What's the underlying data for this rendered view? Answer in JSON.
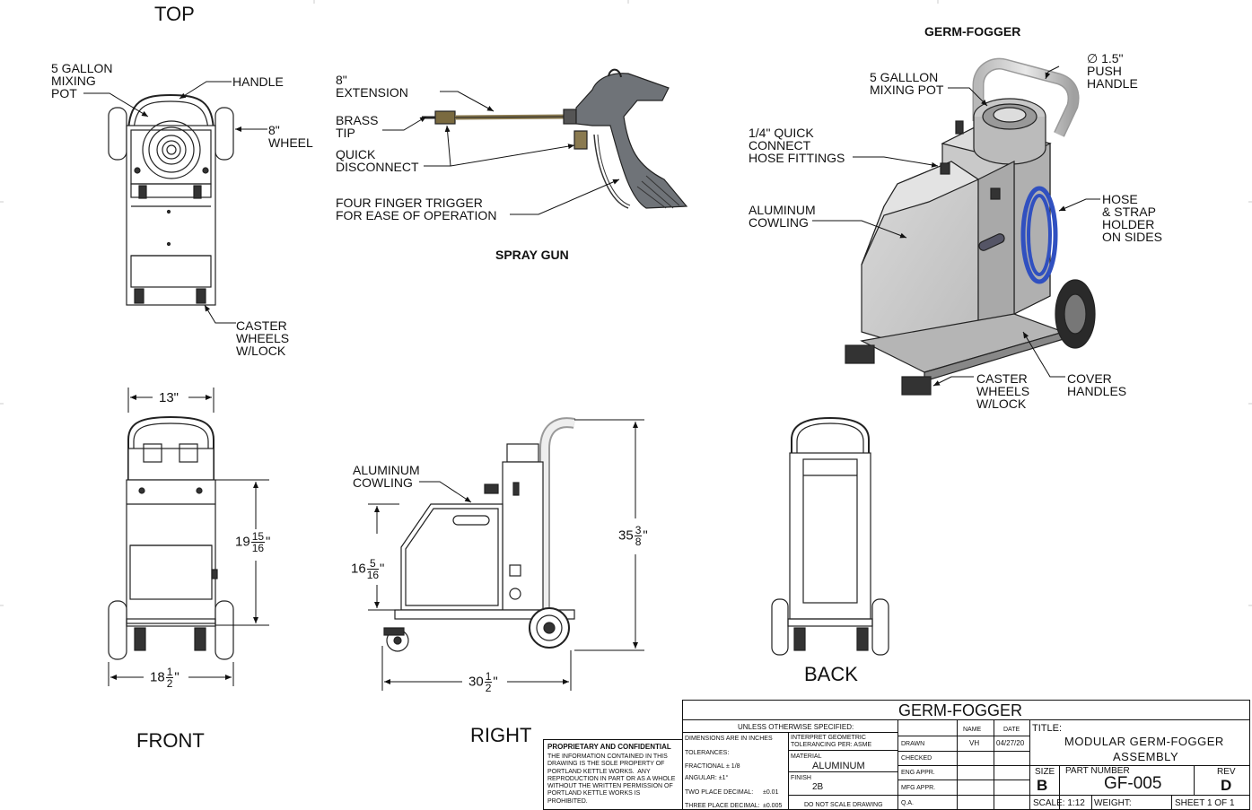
{
  "views": {
    "top": "TOP",
    "front": "FRONT",
    "right": "RIGHT",
    "back": "BACK",
    "spray_gun": "SPRAY GUN",
    "germ_fogger": "GERM-FOGGER"
  },
  "callouts": {
    "top_mixing_pot": "5 GALLON\nMIXING\nPOT",
    "top_handle": "HANDLE",
    "top_wheel": "8\"\nWHEEL",
    "top_caster": "CASTER\nWHEELS\nW/LOCK",
    "gun_extension": "8\"\nEXTENSION",
    "gun_brass_tip": "BRASS\nTIP",
    "gun_quick_disconnect": "QUICK\nDISCONNECT",
    "gun_trigger": "FOUR FINGER TRIGGER\nFOR EASE OF OPERATION",
    "iso_mixing_pot": "5 GALLLON\nMIXING POT",
    "iso_push_handle": "∅ 1.5\"\nPUSH\nHANDLE",
    "iso_quick_connect": "1/4\" QUICK\nCONNECT\nHOSE FITTINGS",
    "iso_cowling": "ALUMINUM\nCOWLING",
    "iso_hose_holder": "HOSE\n& STRAP\nHOLDER\nON SIDES",
    "iso_caster": "CASTER\nWHEELS\nW/LOCK",
    "iso_cover_handles": "COVER\nHANDLES",
    "right_cowling": "ALUMINUM\nCOWLING"
  },
  "dimensions": {
    "front_width": "13\"",
    "front_height_whole": "19",
    "front_height_num": "15",
    "front_height_den": "16",
    "front_wheelbase_whole": "18",
    "front_wheelbase_num": "1",
    "front_wheelbase_den": "2",
    "right_cowl_whole": "16",
    "right_cowl_num": "5",
    "right_cowl_den": "16",
    "right_height_whole": "35",
    "right_height_num": "3",
    "right_height_den": "8",
    "right_length_whole": "30",
    "right_length_num": "1",
    "right_length_den": "2",
    "inch": "\""
  },
  "title_block": {
    "header": "GERM-FOGGER",
    "proprietary_title": "PROPRIETARY AND CONFIDENTIAL",
    "proprietary_text": "THE INFORMATION CONTAINED IN THIS\nDRAWING IS THE SOLE PROPERTY OF\nPORTLAND KETTLE WORKS.  ANY\nREPRODUCTION IN PART OR AS A WHOLE\nWITHOUT THE WRITTEN PERMISSION OF\nPORTLAND KETTLE WORKS IS\nPROHIBITED.",
    "unless": "UNLESS OTHERWISE SPECIFIED:",
    "dims_in": "DIMENSIONS ARE IN INCHES",
    "tolerances": "TOLERANCES:",
    "fractional": "FRACTIONAL ± 1/8",
    "angular": "ANGULAR: ±1°",
    "two_place_label": "TWO PLACE DECIMAL:",
    "two_place_val": "±0.01",
    "three_place_label": "THREE PLACE DECIMAL:",
    "three_place_val": "±0.005",
    "interpret": "INTERPRET GEOMETRIC\nTOLERANCING PER: ASME",
    "material_label": "MATERIAL",
    "material": "ALUMINUM",
    "finish_label": "FINISH",
    "finish": "2B",
    "do_not_scale": "DO NOT SCALE DRAWING",
    "col_name": "NAME",
    "col_date": "DATE",
    "row_drawn": "DRAWN",
    "drawn_name": "VH",
    "drawn_date": "04/27/20",
    "row_checked": "CHECKED",
    "row_eng": "ENG APPR.",
    "row_mfg": "MFG APPR.",
    "row_qa": "Q.A.",
    "title_label": "TITLE:",
    "title_line1": "MODULAR GERM-FOGGER",
    "title_line2": "ASSEMBLY",
    "size_label": "SIZE",
    "size": "B",
    "part_label": "PART NUMBER",
    "part_number": "GF-005",
    "rev_label": "REV",
    "rev": "D",
    "scale": "SCALE: 1:12",
    "weight": "WEIGHT:",
    "sheet": "SHEET 1 OF 1"
  }
}
